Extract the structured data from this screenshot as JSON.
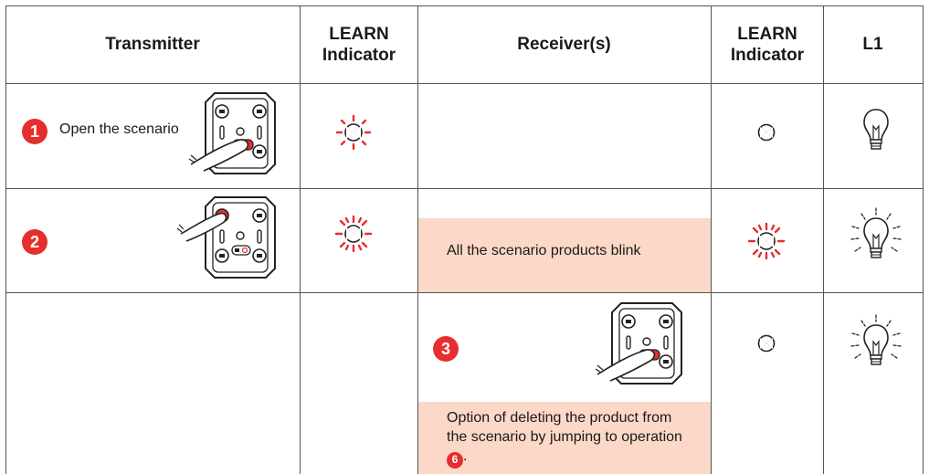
{
  "headers": {
    "transmitter": "Transmitter",
    "learn_indicator_tx": "LEARN Indicator",
    "receivers": "Receiver(s)",
    "learn_indicator_rx": "LEARN Indicator",
    "l1": "L1"
  },
  "rows": [
    {
      "step": "1",
      "transmitter_text": "Open the scenario"
    },
    {
      "step": "2",
      "receiver_text": "All the scenario products blink"
    },
    {
      "step": "3",
      "receiver_text_before": "Option of deleting the product from the scenario by jumping to operation",
      "receiver_ref_step": "6",
      "receiver_text_after": "."
    }
  ],
  "colors": {
    "accent_red": "#e52e2d",
    "highlight_pink": "#fbd8c7",
    "line": "#555555"
  }
}
